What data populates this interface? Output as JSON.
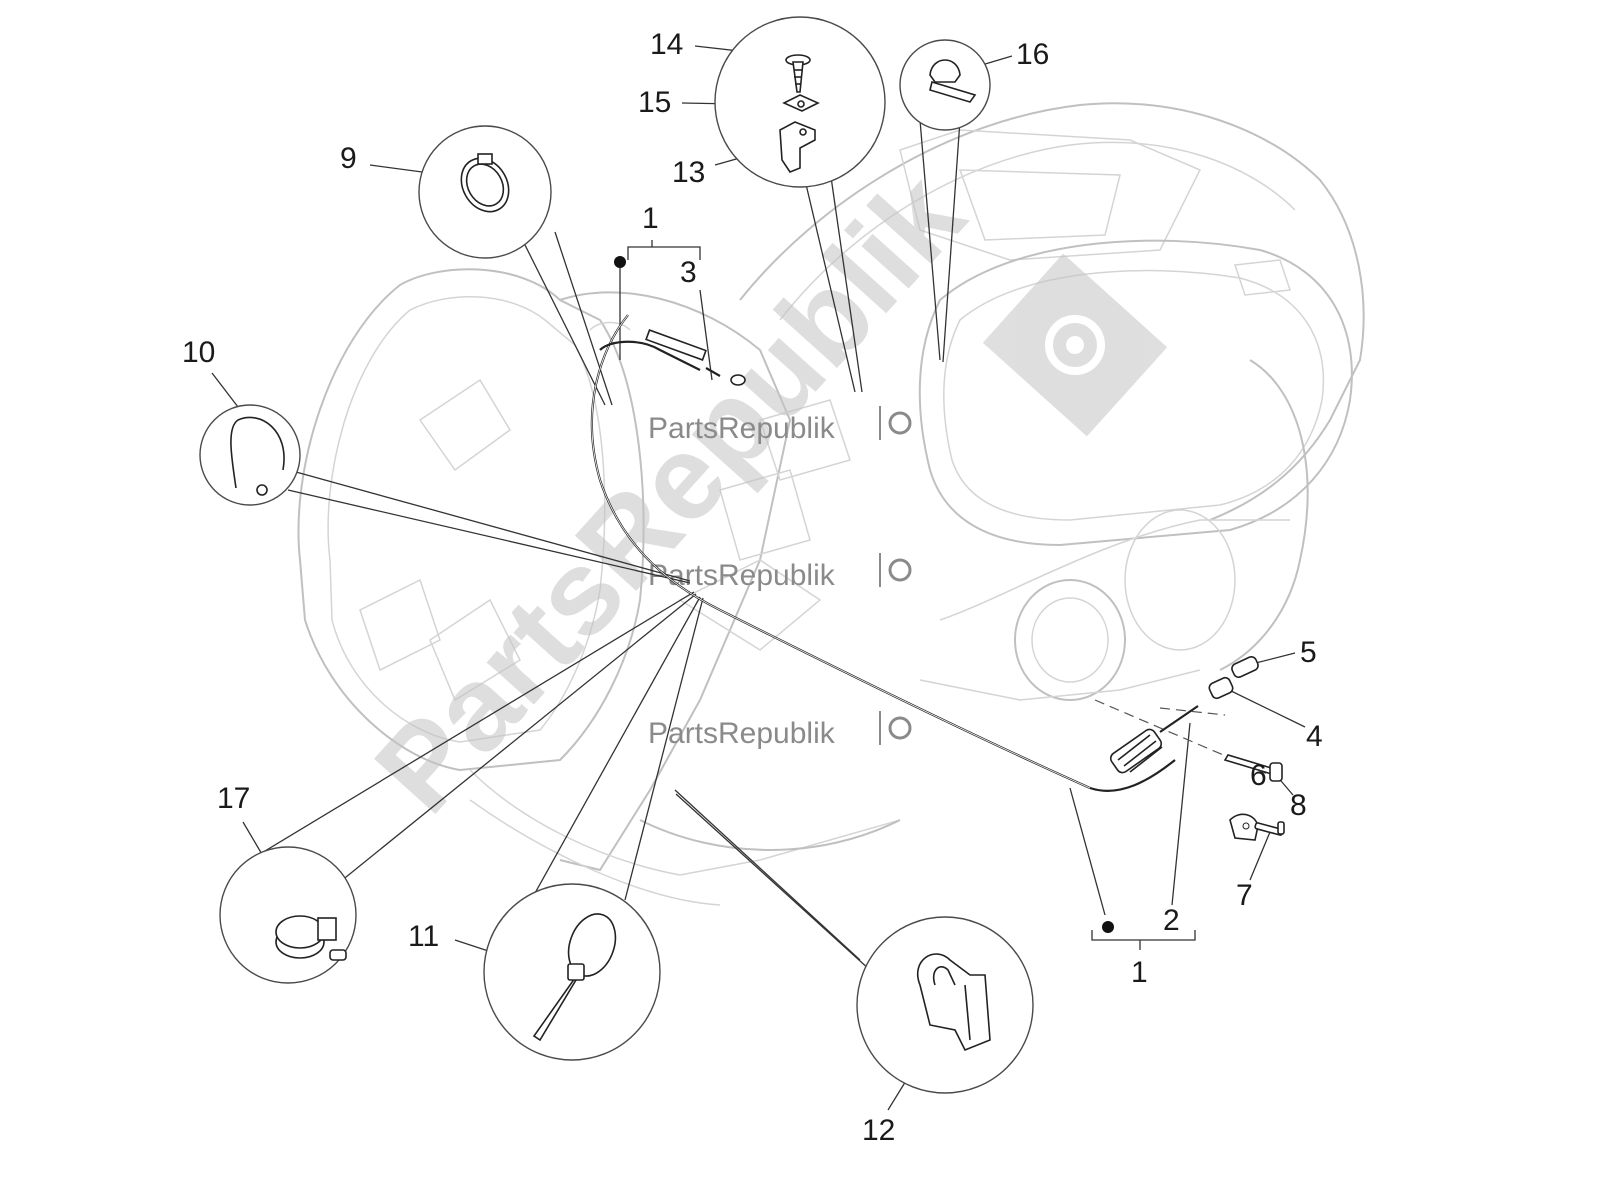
{
  "diagram": {
    "watermark": {
      "small_text": "PartsRepublik",
      "large_text": "PartsRepublik"
    },
    "callouts": [
      {
        "id": "1",
        "label": "1"
      },
      {
        "id": "1b",
        "label": "1"
      },
      {
        "id": "2",
        "label": "2"
      },
      {
        "id": "3",
        "label": "3"
      },
      {
        "id": "4",
        "label": "4"
      },
      {
        "id": "5",
        "label": "5"
      },
      {
        "id": "6",
        "label": "6"
      },
      {
        "id": "7",
        "label": "7"
      },
      {
        "id": "8",
        "label": "8"
      },
      {
        "id": "9",
        "label": "9"
      },
      {
        "id": "10",
        "label": "10"
      },
      {
        "id": "11",
        "label": "11"
      },
      {
        "id": "12",
        "label": "12"
      },
      {
        "id": "13",
        "label": "13"
      },
      {
        "id": "14",
        "label": "14"
      },
      {
        "id": "15",
        "label": "15"
      },
      {
        "id": "16",
        "label": "16"
      },
      {
        "id": "17",
        "label": "17"
      }
    ],
    "colors": {
      "line": "#222222",
      "body_outline": "#cfcfcf",
      "watermark": "#8a8a8a"
    }
  }
}
